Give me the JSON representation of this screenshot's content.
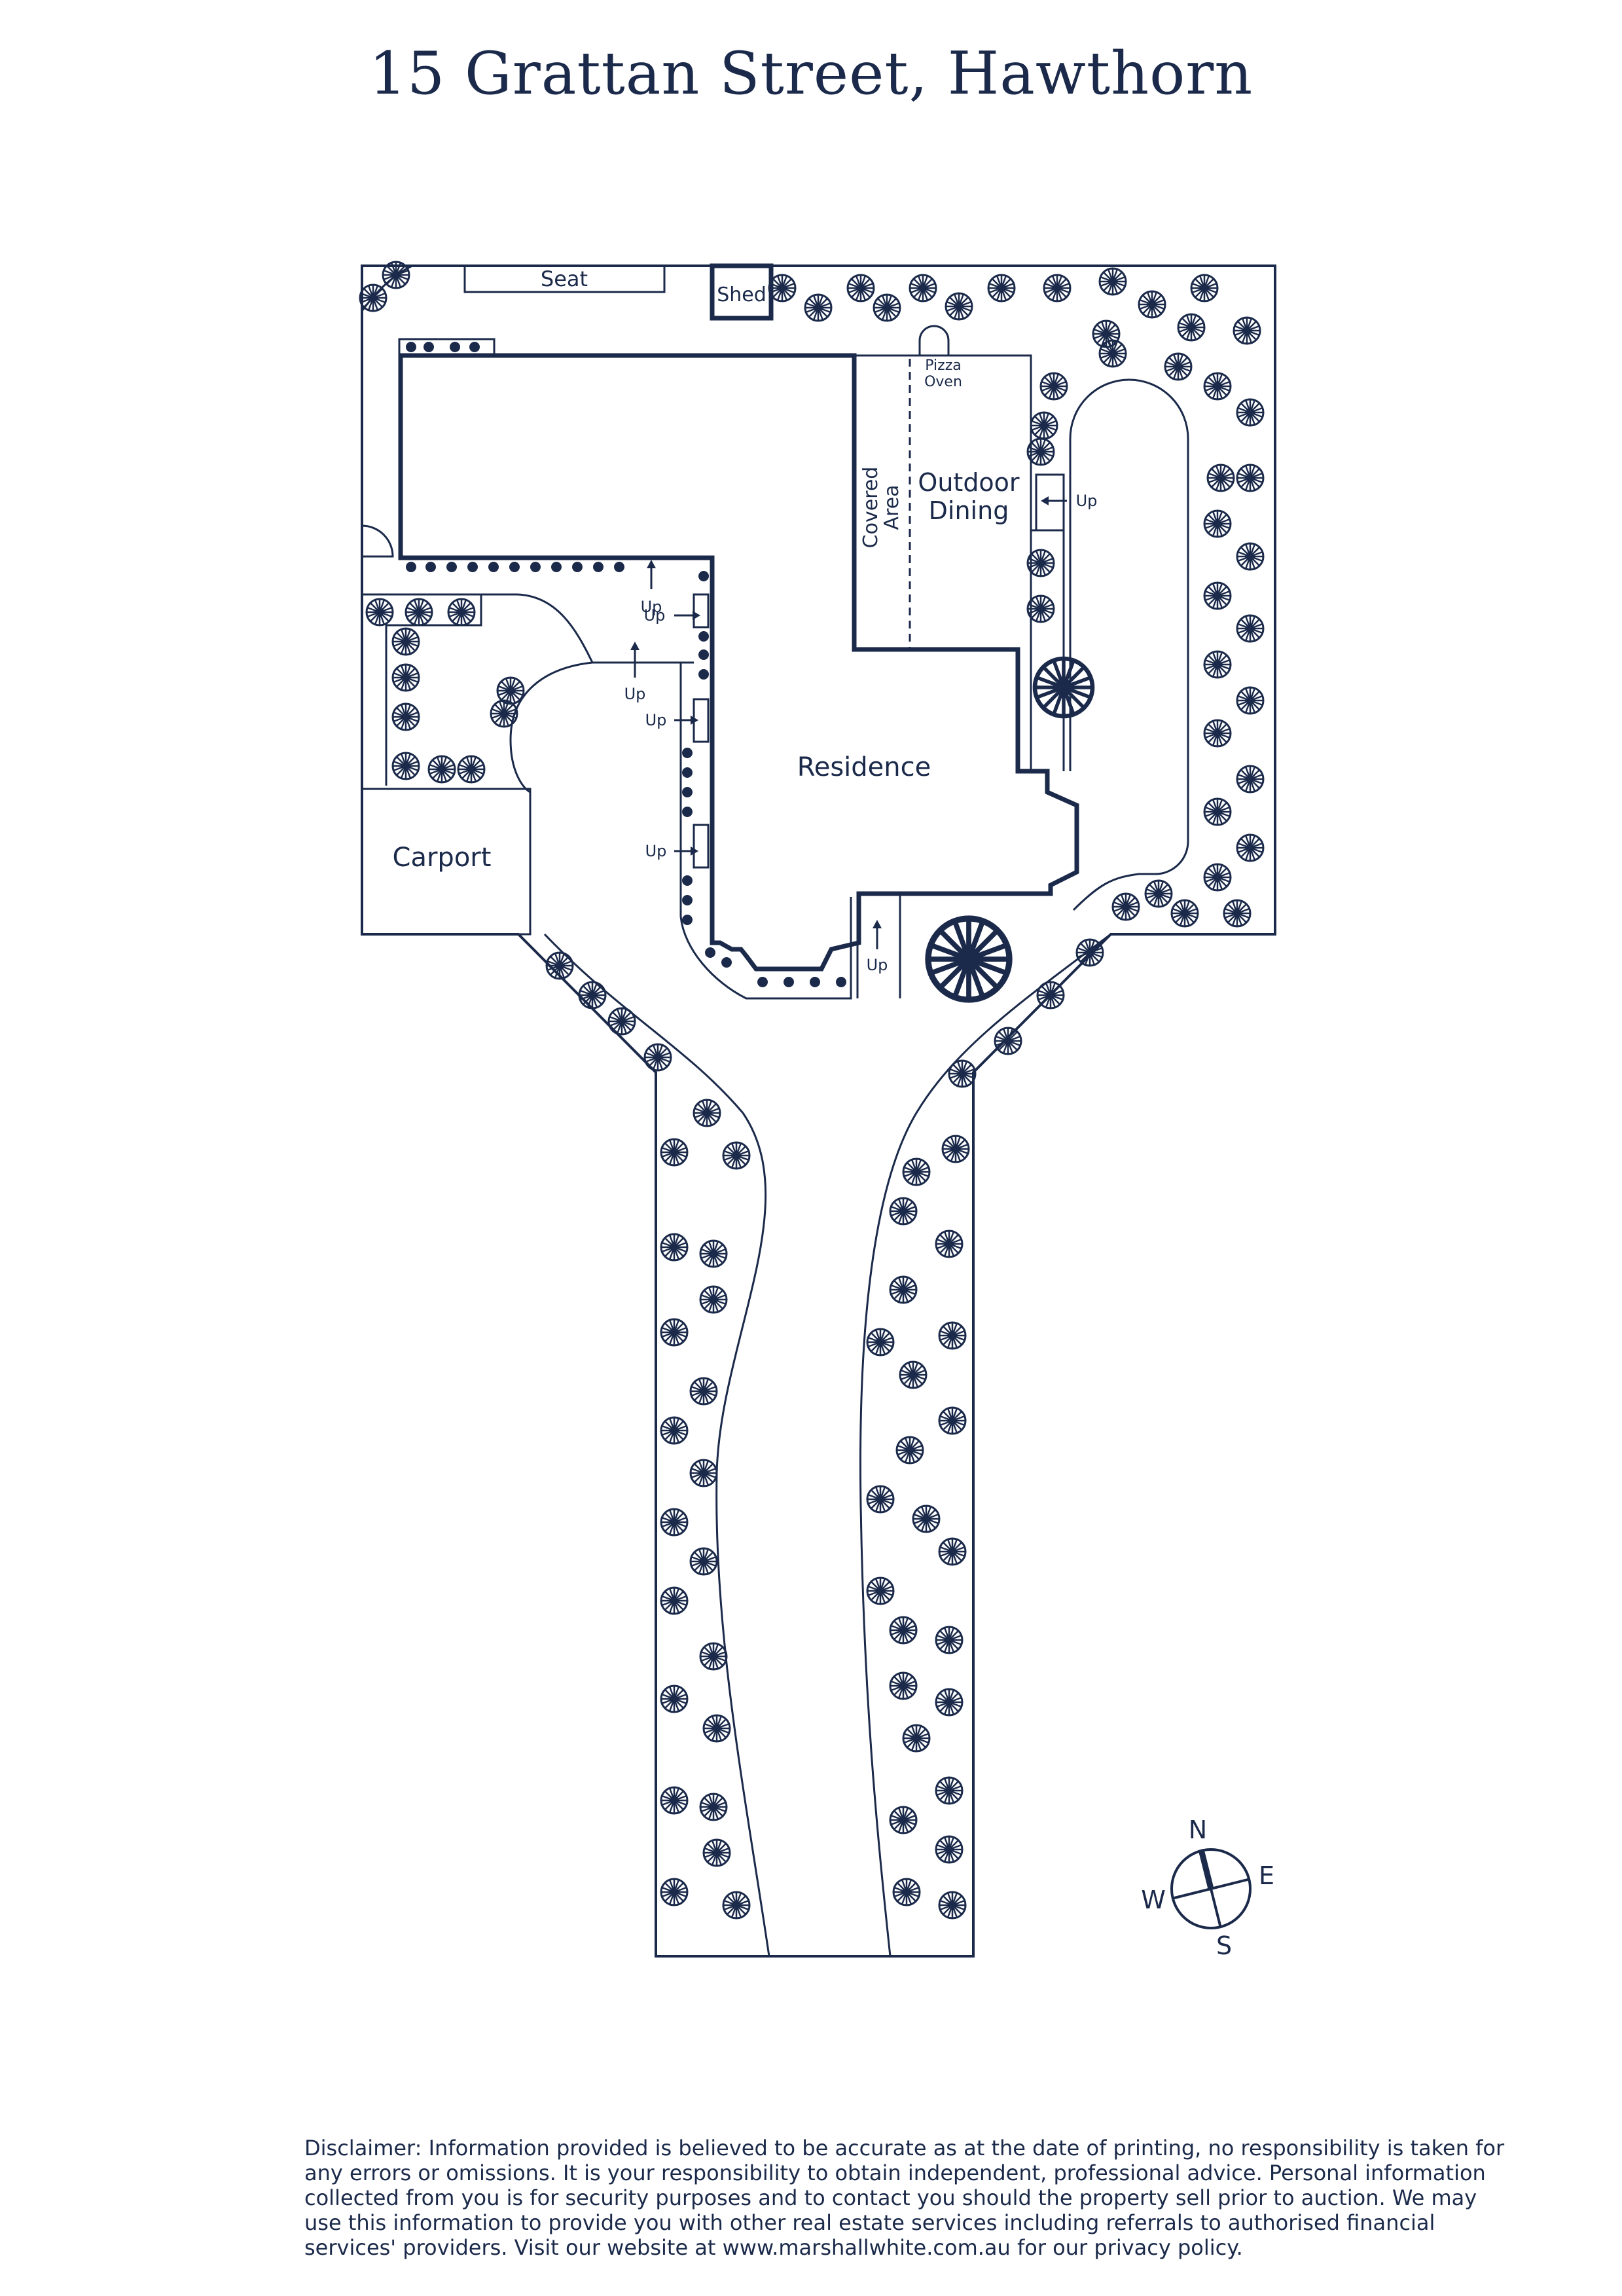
{
  "title": "15 Grattan Street, Hawthorn",
  "colors": {
    "ink": "#1b2a4a",
    "background": "#ffffff"
  },
  "labels": {
    "seat": "Seat",
    "shed": "Shed",
    "pizza_oven_line1": "Pizza",
    "pizza_oven_line2": "Oven",
    "covered_area_line1": "Covered",
    "covered_area_line2": "Area",
    "outdoor_dining_line1": "Outdoor",
    "outdoor_dining_line2": "Dining",
    "residence": "Residence",
    "carport": "Carport",
    "up": "Up"
  },
  "compass": {
    "north": "N",
    "east": "E",
    "south": "S",
    "west": "W"
  },
  "disclaimer": "Disclaimer: Information provided is believed to be accurate as at the date of printing, no responsibility is taken for any errors or omissions. It is your responsibility to obtain independent, professional advice. Personal information collected from you is for security purposes and to contact you should the property sell prior to auction. We may use this information to provide you with other real estate services including referrals to authorised financial services' providers. Visit our website at www.marshallwhite.com.au for our privacy policy."
}
